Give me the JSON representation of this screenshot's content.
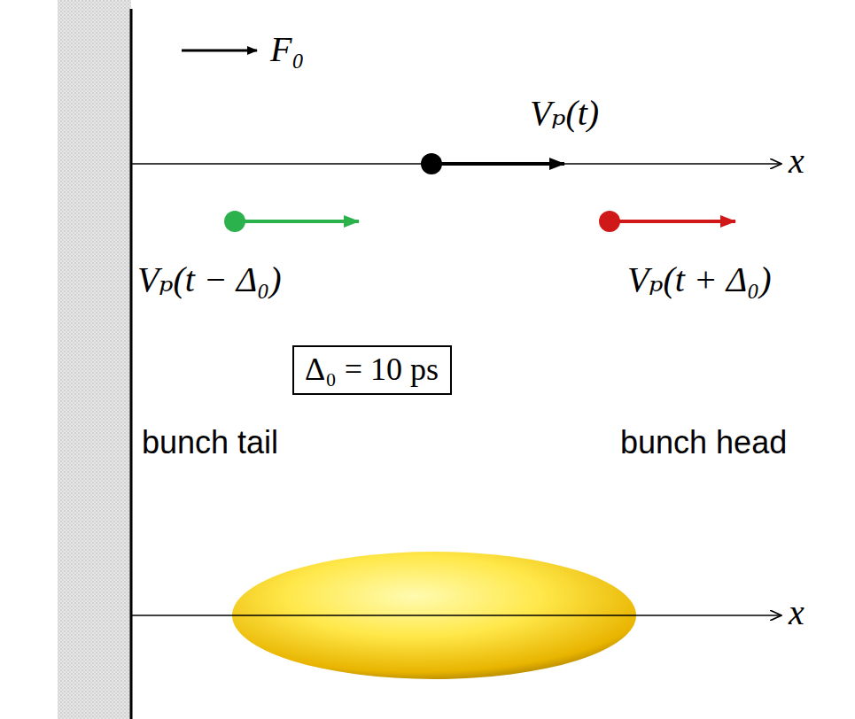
{
  "diagram": {
    "nodes": [
      {
        "text": [
          "Δ₀ = 10 ps"
        ]
      }
    ],
    "labels": [
      "F₀",
      "Vₚ(t)",
      "x",
      "Vₚ(t − Δ₀)",
      "Vₚ(t + Δ₀)",
      "bunch tail",
      "bunch head",
      "x"
    ]
  }
}
